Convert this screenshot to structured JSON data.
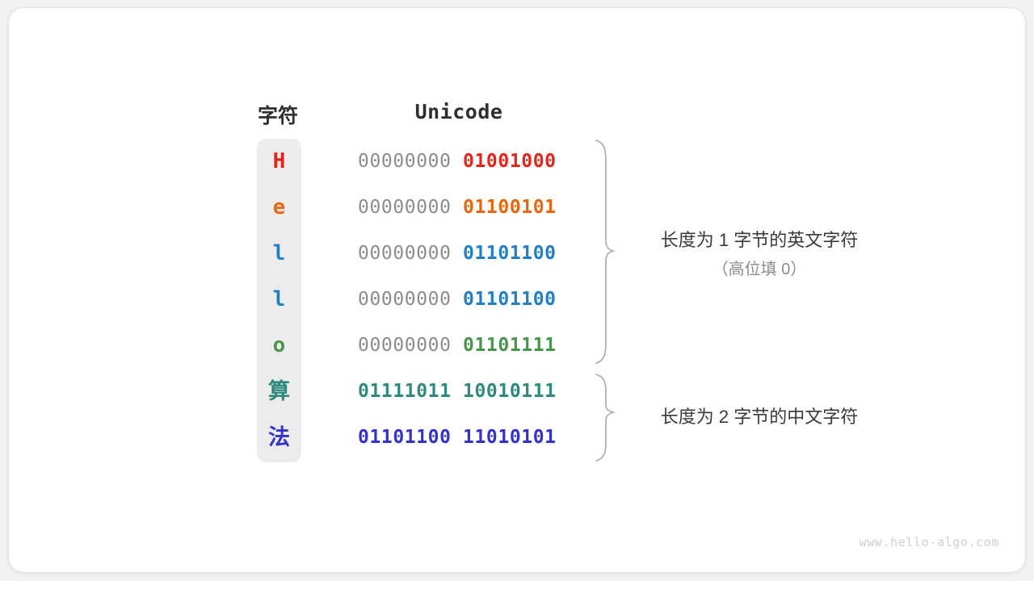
{
  "figure": {
    "headers": {
      "char": "字符",
      "unicode": "Unicode"
    },
    "watermark": "www.hello-algo.com",
    "colors": {
      "red": "#e8231a",
      "orange": "#ec6608",
      "blue": "#1f80c8",
      "green": "#48944a",
      "teal": "#2e8a7f",
      "royal": "#3333cc",
      "pad_gray": "#8c8c8c",
      "col_bg": "#ececec",
      "text": "#3a3a3a",
      "brace": "#a8a8a8"
    },
    "rows": [
      {
        "char": "H",
        "color": "#e8231a",
        "cjk": false,
        "high_byte": "00000000",
        "low_byte": "01001000",
        "high_is_pad": true
      },
      {
        "char": "e",
        "color": "#ec6608",
        "cjk": false,
        "high_byte": "00000000",
        "low_byte": "01100101",
        "high_is_pad": true
      },
      {
        "char": "l",
        "color": "#1f80c8",
        "cjk": false,
        "high_byte": "00000000",
        "low_byte": "01101100",
        "high_is_pad": true
      },
      {
        "char": "l",
        "color": "#1f80c8",
        "cjk": false,
        "high_byte": "00000000",
        "low_byte": "01101100",
        "high_is_pad": true
      },
      {
        "char": "o",
        "color": "#48944a",
        "cjk": false,
        "high_byte": "00000000",
        "low_byte": "01101111",
        "high_is_pad": true
      },
      {
        "char": "算",
        "color": "#2e8a7f",
        "cjk": true,
        "high_byte": "01111011",
        "low_byte": "10010111",
        "high_is_pad": false
      },
      {
        "char": "法",
        "color": "#3333cc",
        "cjk": true,
        "high_byte": "01101100",
        "low_byte": "11010101",
        "high_is_pad": false
      }
    ],
    "annotations": [
      {
        "main": "长度为 1 字节的英文字符",
        "sub": "（高位填 0）"
      },
      {
        "main": "长度为 2 字节的中文字符",
        "sub": ""
      }
    ]
  }
}
